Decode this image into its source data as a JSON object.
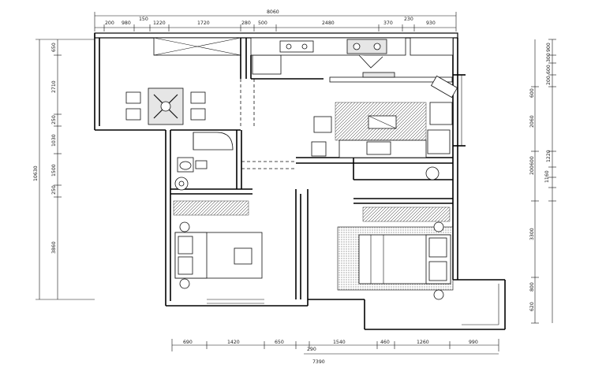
{
  "top_dims": {
    "total": "8060",
    "row1": [
      "200",
      "980",
      "150",
      "1220",
      "1720",
      "280",
      "500",
      "2480",
      "370",
      "230",
      "930"
    ]
  },
  "bottom_dims": {
    "row1": [
      "690",
      "1420",
      "650",
      "290",
      "1540",
      "460",
      "1260",
      "990"
    ],
    "total": "7390"
  },
  "left_dims": {
    "total": "10630",
    "row1": [
      "650",
      "2710",
      "250",
      "1030",
      "1500",
      "250",
      "3860"
    ]
  },
  "right_dims": {
    "row_outer": [
      "2060",
      "1160",
      "3300"
    ],
    "row_inner": [
      "900",
      "300",
      "600",
      "200",
      "600",
      "600",
      "200",
      "800",
      "620",
      "1220"
    ]
  },
  "colors": {
    "lines": "#111111",
    "background": "#ffffff",
    "fill": "#e6e6e6"
  }
}
